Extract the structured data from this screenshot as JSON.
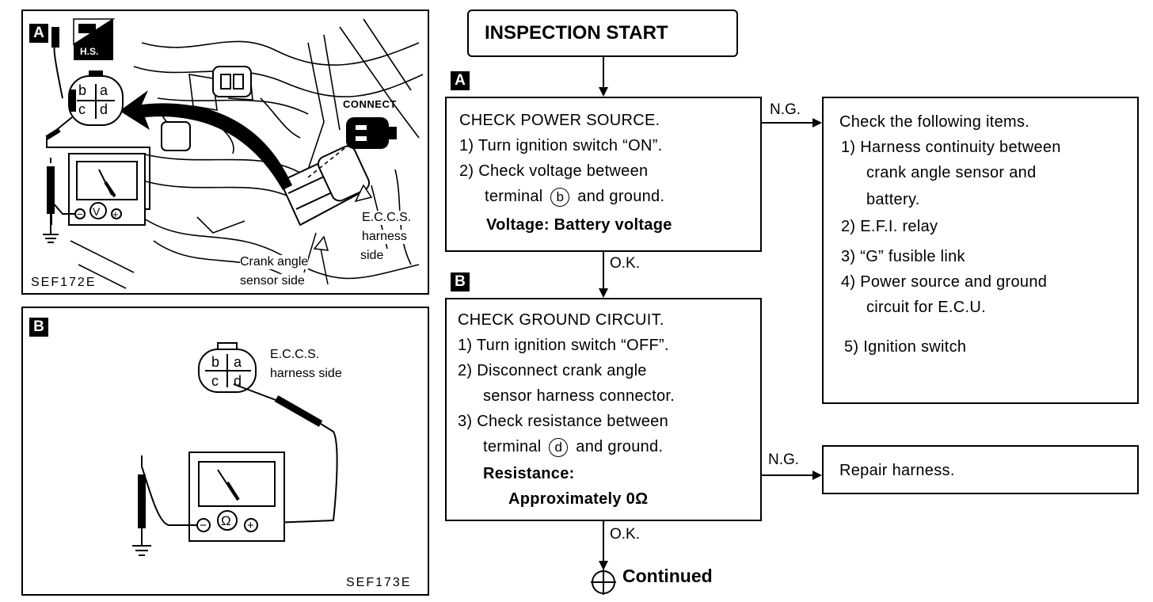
{
  "flowchart": {
    "start": "INSPECTION START",
    "tag_a": "A",
    "tag_b": "B",
    "box_a": {
      "title": "CHECK POWER SOURCE.",
      "step1": "1) Turn ignition switch “ON”.",
      "step2a": "2) Check voltage between",
      "step2b_pre": "terminal",
      "step2b_term": "b",
      "step2b_post": "and ground.",
      "voltage": "Voltage:  Battery voltage"
    },
    "ng1": "N.G.",
    "ok1": "O.K.",
    "box_check": {
      "title": "Check the following items.",
      "item1a": "1) Harness continuity between",
      "item1b": "crank angle sensor and",
      "item1c": "battery.",
      "item2": "2) E.F.I. relay",
      "item3": "3) “G” fusible link",
      "item4a": "4) Power source and ground",
      "item4b": "circuit for E.C.U.",
      "item5": "5) Ignition switch"
    },
    "box_b": {
      "title": "CHECK GROUND CIRCUIT.",
      "step1": "1) Turn ignition switch “OFF”.",
      "step2a": "2) Disconnect crank angle",
      "step2b": "sensor harness connector.",
      "step3a": "3) Check resistance between",
      "step3b_pre": "terminal",
      "step3b_term": "d",
      "step3b_post": "and ground.",
      "resistance": "Resistance:",
      "approx": "Approximately 0Ω"
    },
    "ng2": "N.G.",
    "ok2": "O.K.",
    "repair": "Repair harness.",
    "continued": "Continued"
  },
  "panel_a": {
    "tag": "A",
    "hs": "H.S.",
    "connect": "CONNECT",
    "eccs1": "E.C.C.S.",
    "eccs2": "harness",
    "eccs3": "side",
    "crank1": "Crank angle",
    "crank2": "sensor side",
    "code": "SEF172E",
    "terminals": [
      "b",
      "a",
      "c",
      "d"
    ],
    "meter": "V"
  },
  "panel_b": {
    "tag": "B",
    "eccs1": "E.C.C.S.",
    "eccs2": "harness side",
    "code": "SEF173E",
    "terminals": [
      "b",
      "a",
      "c",
      "d"
    ],
    "meter": "Ω"
  }
}
